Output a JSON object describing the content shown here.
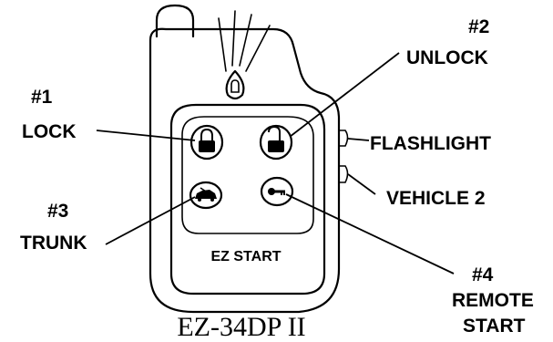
{
  "labels": {
    "lock_num": "#1",
    "lock_text": "LOCK",
    "unlock_num": "#2",
    "unlock_text": "UNLOCK",
    "flashlight": "FLASHLIGHT",
    "vehicle2": "VEHICLE 2",
    "trunk_num": "#3",
    "trunk_text": "TRUNK",
    "remote_num": "#4",
    "remote_text1": "REMOTE",
    "remote_text2": "START"
  },
  "device": {
    "face_text": "EZ START",
    "model": "EZ-34DP II"
  }
}
